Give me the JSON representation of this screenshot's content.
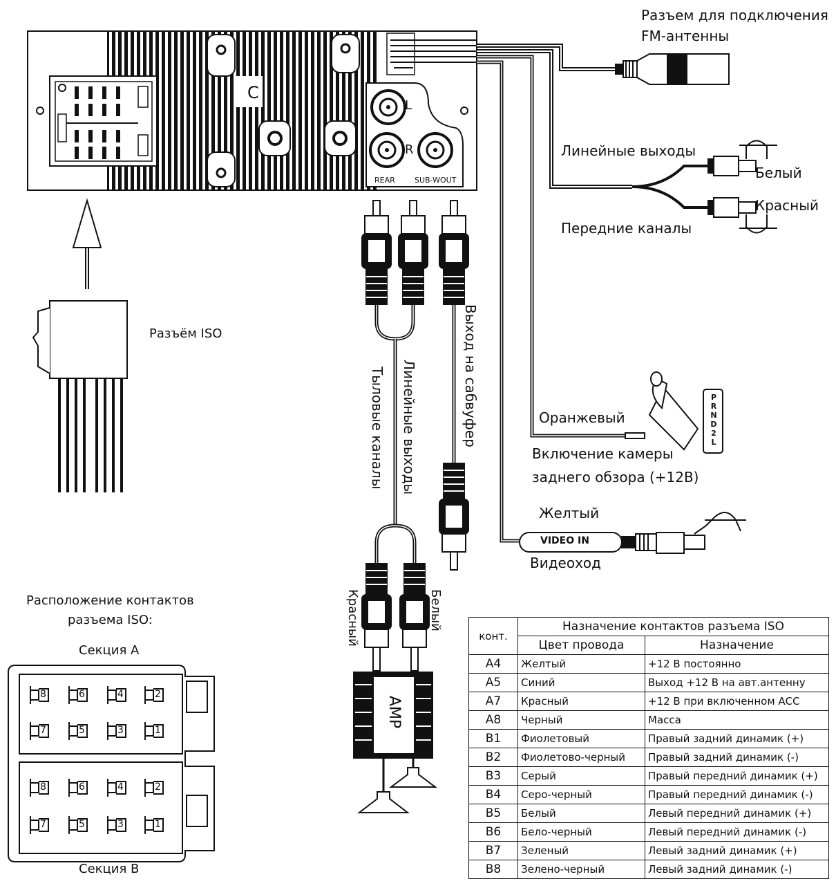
{
  "labels": {
    "fm_antenna": "Разъем для подключения",
    "fm_antenna_2": "FM-антенны",
    "line_outputs": "Линейные выходы",
    "white": "Белый",
    "red": "Красный",
    "front_channels": "Передние каналы",
    "iso_connector": "Разъём ISO",
    "rear_channels": "Тыловые каналы",
    "line_outputs_vertical": "Линейные выходы",
    "subwoofer_output": "Выход на сабвуфер",
    "orange": "Оранжевый",
    "camera_on": "Включение камеры",
    "camera_on_2": "заднего обзора (+12В)",
    "yellow": "Желтый",
    "video_in_tag": "VIDEO IN",
    "video_input": "Видеоход",
    "red_vertical": "Красный",
    "white_vertical": "Белый",
    "amp": "AMP",
    "rear": "REAR",
    "sub_wout": "SUB-WOUT",
    "left": "L",
    "right": "R",
    "pin_layout": "Расположение контактов",
    "pin_layout_2": "разъема ISO:",
    "section_a": "Секция А",
    "section_b": "Секция В",
    "gear": [
      "P",
      "R",
      "N",
      "D",
      "2",
      "L"
    ]
  },
  "pins": {
    "top_row": [
      "8",
      "6",
      "4",
      "2"
    ],
    "bottom_row": [
      "7",
      "5",
      "3",
      "1"
    ]
  },
  "iso_table": {
    "col_contact": "конт.",
    "title": "Назначение контактов разъема ISO",
    "col_wire": "Цвет провода",
    "col_purpose": "Назначение",
    "rows": [
      {
        "c": "A4",
        "w": "Желтый",
        "p": "+12 В постоянно"
      },
      {
        "c": "A5",
        "w": "Синий",
        "p": "Выход +12 В на авт.антенну"
      },
      {
        "c": "A7",
        "w": "Красный",
        "p": "+12 В при включенном АСС"
      },
      {
        "c": "A8",
        "w": "Черный",
        "p": "Масса"
      },
      {
        "c": "B1",
        "w": "Фиолетовый",
        "p": "Правый задний динамик (+)"
      },
      {
        "c": "B2",
        "w": "Фиолетово-черный",
        "p": "Правый задний динамик (-)"
      },
      {
        "c": "B3",
        "w": "Серый",
        "p": "Правый передний динамик (+)"
      },
      {
        "c": "B4",
        "w": "Серо-черный",
        "p": "Правый передний динамик (-)"
      },
      {
        "c": "B5",
        "w": "Белый",
        "p": "Левый передний динамик (+)"
      },
      {
        "c": "B6",
        "w": "Бело-черный",
        "p": "Левый передний динамик (-)"
      },
      {
        "c": "B7",
        "w": "Зеленый",
        "p": "Левый задний динамик (+)"
      },
      {
        "c": "B8",
        "w": "Зелено-черный",
        "p": "Левый задний динамик (-)"
      }
    ]
  }
}
